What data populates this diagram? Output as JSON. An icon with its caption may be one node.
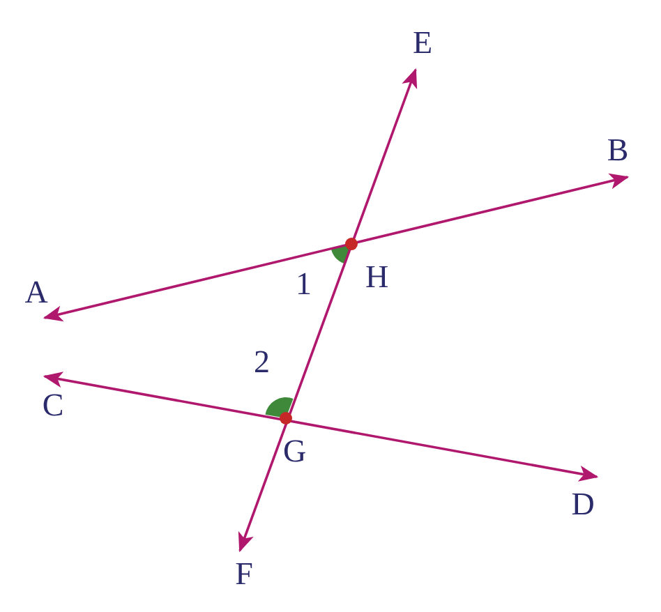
{
  "diagram": {
    "nodes": [
      {
        "text": [
          "E"
        ]
      },
      {
        "text": [
          "B"
        ]
      },
      {
        "text": [
          "A"
        ]
      },
      {
        "text": [
          "C"
        ]
      },
      {
        "text": [
          "D"
        ]
      },
      {
        "text": [
          "F"
        ]
      }
    ],
    "edges": [
      {
        "from": 2,
        "to": 1,
        "arrow": "both"
      },
      {
        "from": 3,
        "to": 4,
        "arrow": "both"
      },
      {
        "from": 5,
        "to": 0,
        "arrow": "both"
      }
    ],
    "labels": [
      "H",
      "1",
      "2",
      "G"
    ]
  }
}
